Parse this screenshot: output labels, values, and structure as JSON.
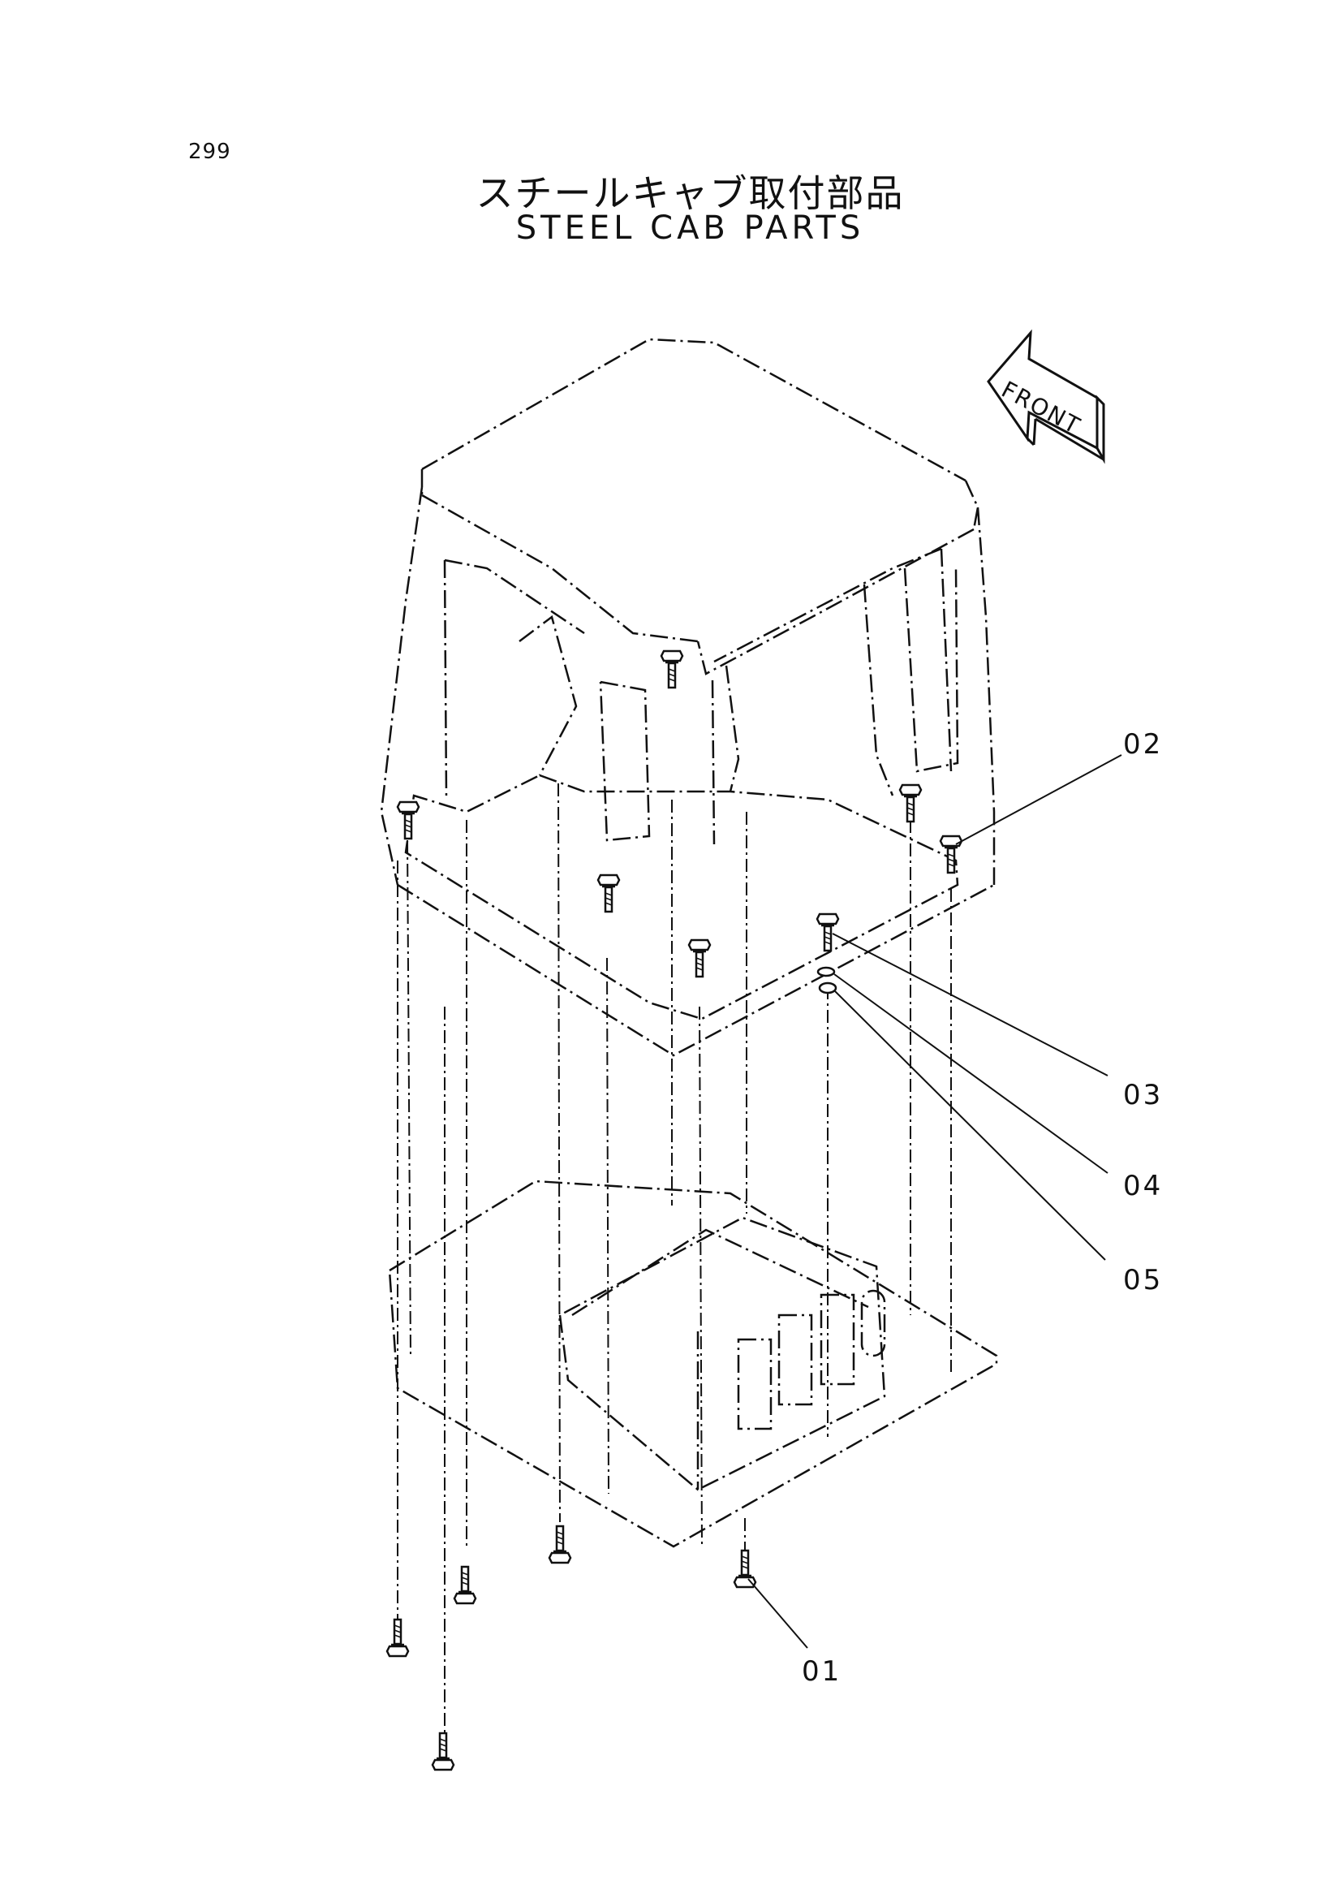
{
  "page": {
    "number": "299"
  },
  "title": {
    "ja": "スチールキャブ取付部品",
    "en": "STEEL CAB PARTS"
  },
  "front_indicator": {
    "label": "FRONT"
  },
  "callouts": [
    {
      "id": "02",
      "label": "02"
    },
    {
      "id": "03",
      "label": "03"
    },
    {
      "id": "04",
      "label": "04"
    },
    {
      "id": "05",
      "label": "05"
    },
    {
      "id": "01",
      "label": "01"
    }
  ]
}
